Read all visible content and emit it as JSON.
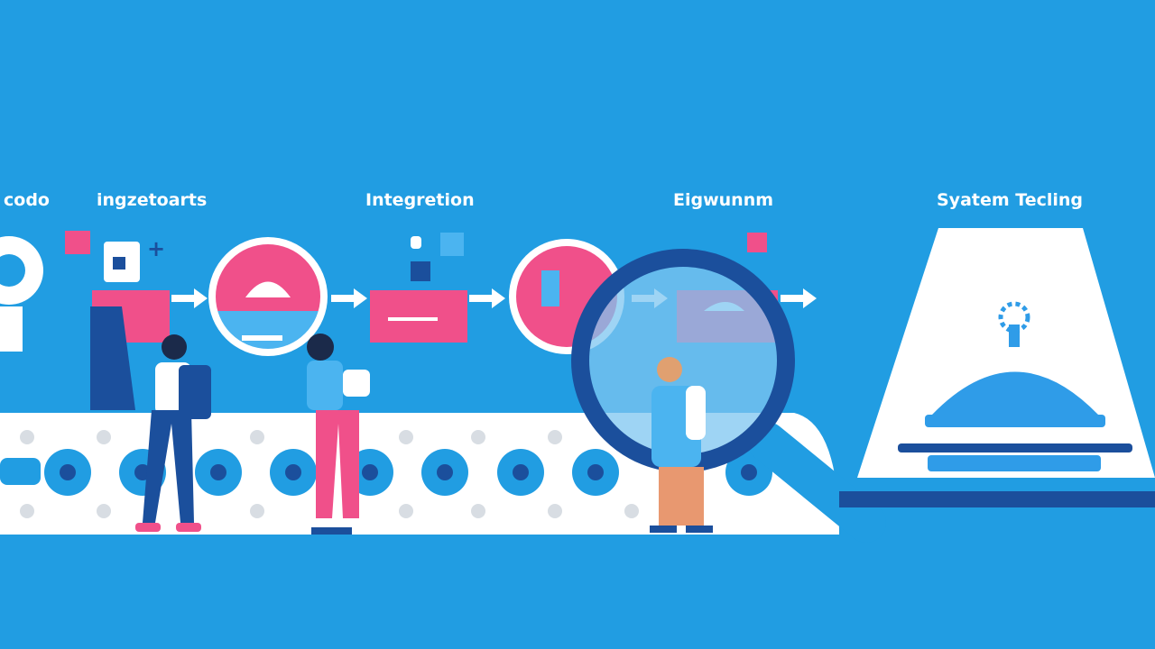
{
  "stages": [
    {
      "label": "codo"
    },
    {
      "label": "ingzetoarts"
    },
    {
      "label": "Integretion"
    },
    {
      "label": "Eigwunnm"
    },
    {
      "label": "Syatem Tecling"
    }
  ],
  "colors": {
    "background": "#219de2",
    "pink": "#f0508a",
    "navy": "#1b4f9c",
    "white": "#ffffff",
    "light_blue": "#4bb4f0"
  }
}
